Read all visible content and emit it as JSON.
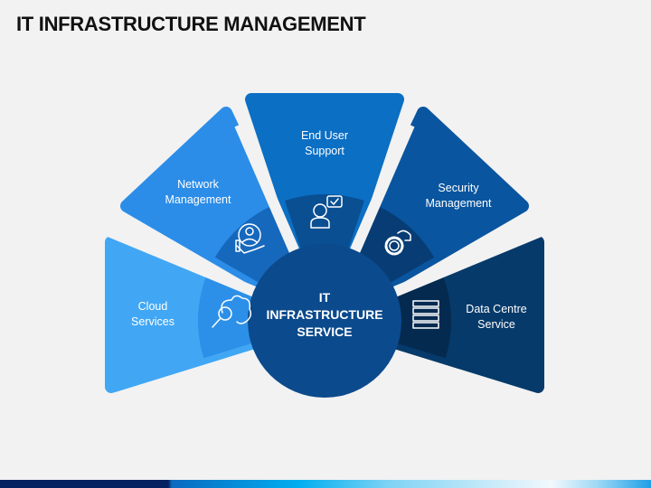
{
  "title": "IT INFRASTRUCTURE MANAGEMENT",
  "center": {
    "line1": "IT",
    "line2": "INFRASTRUCTURE",
    "line3": "SERVICE",
    "color": "#0b4a8c"
  },
  "segments": [
    {
      "line1": "Cloud",
      "line2": "Services",
      "icon": "cloud-search-icon",
      "color": "#41a7f4",
      "ring": "#2d90e8"
    },
    {
      "line1": "Network",
      "line2": "Management",
      "icon": "team-handshake-gear-icon",
      "color": "#2b8de8",
      "ring": "#1668bd"
    },
    {
      "line1": "End User",
      "line2": "Support",
      "icon": "user-support-chat-icon",
      "color": "#0b6fc4",
      "ring": "#0a4f92"
    },
    {
      "line1": "Security",
      "line2": "Management",
      "icon": "gear-shield-icon",
      "color": "#0a559f",
      "ring": "#073d74"
    },
    {
      "line1": "Data Centre",
      "line2": "Service",
      "icon": "server-rack-icon",
      "color": "#063a6a",
      "ring": "#042a50"
    }
  ]
}
